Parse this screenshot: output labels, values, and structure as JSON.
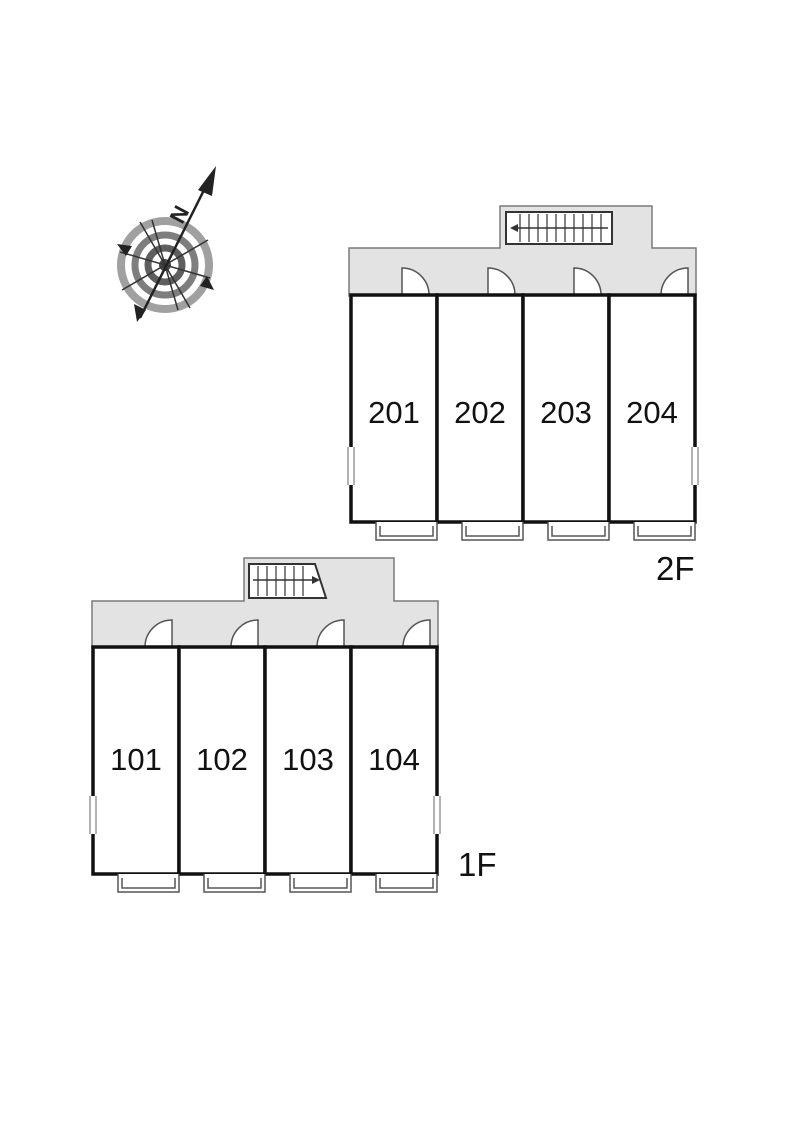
{
  "compass": {
    "icon": "compass-north-arrow-icon",
    "letter": "N"
  },
  "floors": [
    {
      "id": "floor-2",
      "label": "2F",
      "units": [
        "201",
        "202",
        "203",
        "204"
      ]
    },
    {
      "id": "floor-1",
      "label": "1F",
      "units": [
        "101",
        "102",
        "103",
        "104"
      ]
    }
  ],
  "colors": {
    "corridor": "#e3e3e3",
    "wall": "#111111",
    "line": "#555555",
    "compass_ring": "#9a9a9a"
  }
}
